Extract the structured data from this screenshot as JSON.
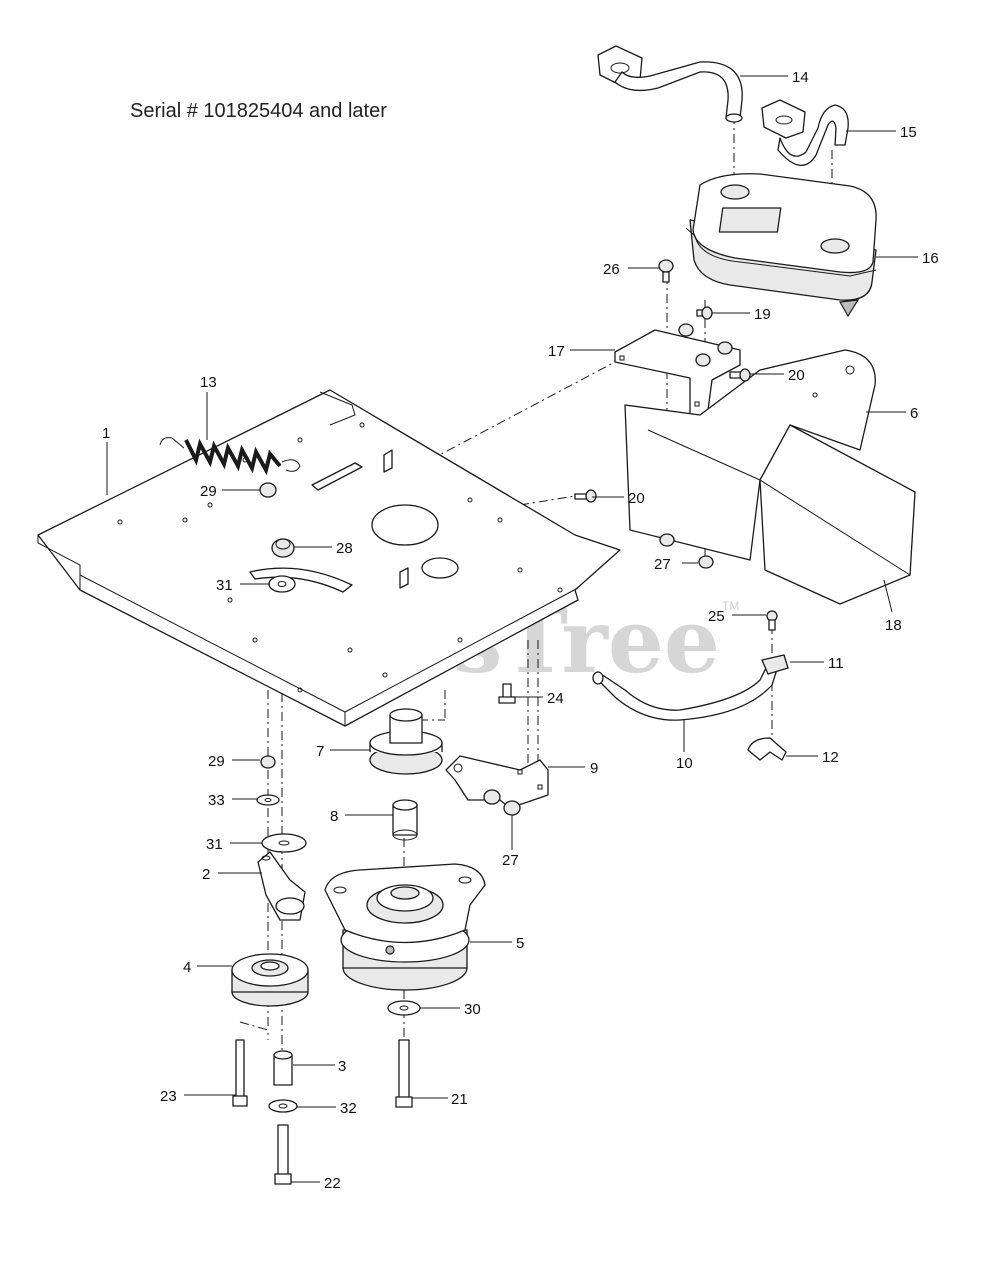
{
  "header": {
    "serial_note": "Serial # 101825404 and later"
  },
  "watermark": {
    "text": "PartsTree",
    "tm": "TM"
  },
  "callouts": {
    "c1": "1",
    "c2": "2",
    "c3": "3",
    "c4": "4",
    "c5": "5",
    "c6": "6",
    "c7": "7",
    "c8": "8",
    "c9": "9",
    "c10": "10",
    "c11": "11",
    "c12": "12",
    "c13": "13",
    "c14": "14",
    "c15": "15",
    "c16": "16",
    "c17": "17",
    "c18": "18",
    "c19": "19",
    "c20a": "20",
    "c20b": "20",
    "c21": "21",
    "c22": "22",
    "c23": "23",
    "c24": "24",
    "c25": "25",
    "c26": "26",
    "c27a": "27",
    "c27b": "27",
    "c28": "28",
    "c29a": "29",
    "c29b": "29",
    "c30": "30",
    "c31a": "31",
    "c31b": "31",
    "c32": "32",
    "c33": "33"
  }
}
